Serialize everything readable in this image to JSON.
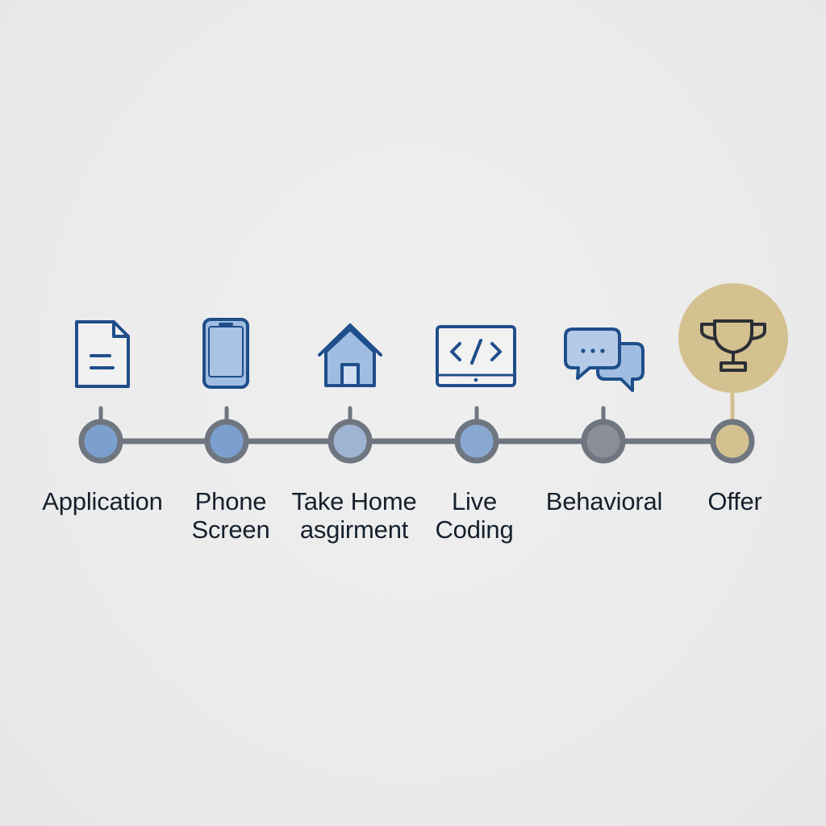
{
  "colors": {
    "background": "#ececec",
    "line": "#6f7680",
    "icon_stroke": "#1f4e8a",
    "icon_fill": "#9fbde0",
    "node_blue": "#7b9fcf",
    "node_light": "#9fb4d3",
    "node_gray": "#8a8f98",
    "offer_gold": "#d4c190",
    "offer_icon": "#2b2f36",
    "text": "#16202c"
  },
  "stages": [
    {
      "icon": "document-icon",
      "label_line1": "Application",
      "label_line2": "",
      "node": "node_blue"
    },
    {
      "icon": "phone-icon",
      "label_line1": "Phone",
      "label_line2": "Screen",
      "node": "node_blue"
    },
    {
      "icon": "home-icon",
      "label_line1": "Take Home",
      "label_line2": "asgirment",
      "node": "node_light"
    },
    {
      "icon": "code-monitor-icon",
      "label_line1": "Live",
      "label_line2": "Coding",
      "node": "node_blue"
    },
    {
      "icon": "chat-bubbles-icon",
      "label_line1": "Behavioral",
      "label_line2": "",
      "node": "node_gray"
    },
    {
      "icon": "trophy-icon",
      "label_line1": "Offer",
      "label_line2": "",
      "node": "offer_gold"
    }
  ]
}
